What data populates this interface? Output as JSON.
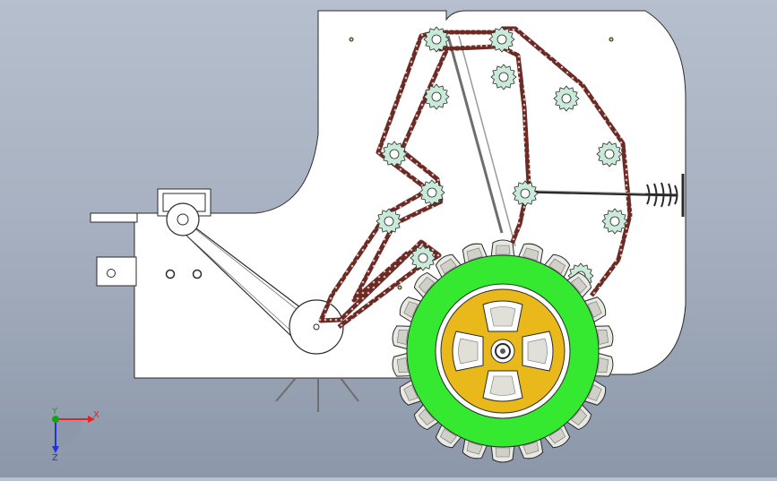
{
  "viewport": {
    "background_top": "#b6bfcd",
    "background_bottom": "#8c97a9"
  },
  "colors": {
    "frame_fill": "#ffffff",
    "outline": "#2a2a2a",
    "chain": "#6b2a24",
    "sprocket": "#c9ead9",
    "tire_tread": "#35e830",
    "hub": "#e9b81a",
    "axis_x": "#e52121",
    "axis_y": "#16a316",
    "axis_z": "#2432d6"
  },
  "triad": {
    "x_label": "X",
    "y_label": "Y",
    "z_label": "Z"
  }
}
